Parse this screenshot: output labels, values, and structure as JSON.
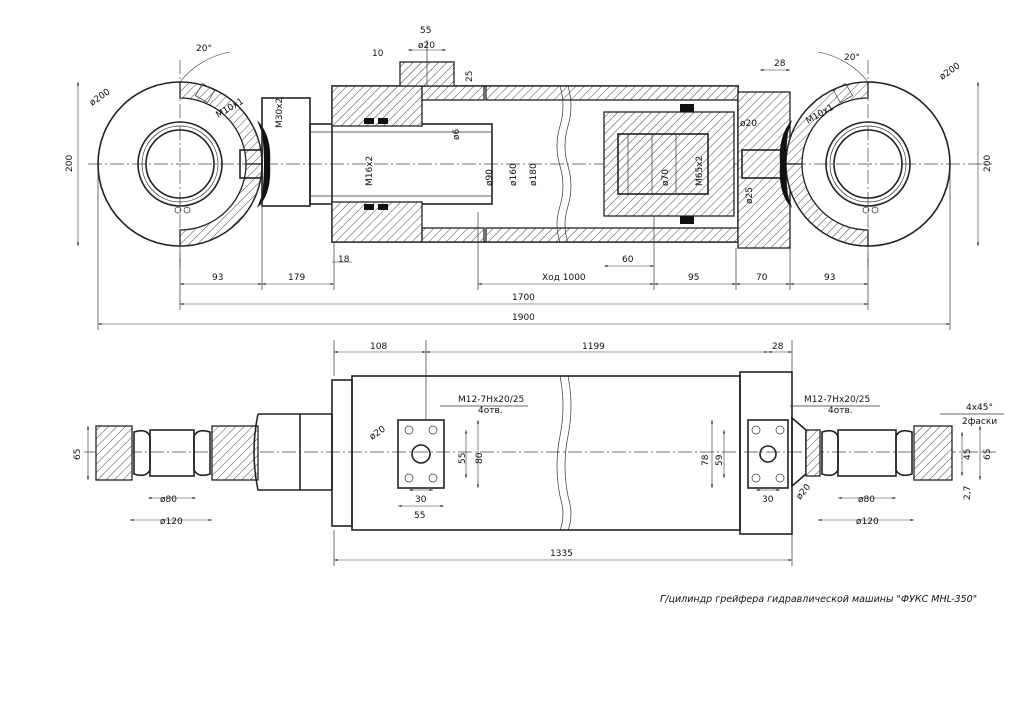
{
  "title": "Г/цилиндр грейфера гидравлической машины \"ФУКС MHL-350\"",
  "top_view": {
    "dims": {
      "angle_left": "20°",
      "angle_right": "20°",
      "d200_left": "ø200",
      "d200_right": "ø200",
      "m10_left": "M10x1",
      "m10_right": "M10x1",
      "m30": "M30x2",
      "h200_left": "200",
      "h200_right": "200",
      "d10": "10",
      "d55": "55",
      "d20_top": "ø20",
      "d25": "25",
      "d6": "ø6",
      "m16": "M16x2",
      "d90": "ø90",
      "d160": "ø160",
      "d180": "ø180",
      "d70": "ø70",
      "m65": "M65x2",
      "d20_right": "ø20",
      "d25_right": "ø25",
      "d28": "28",
      "d18": "18",
      "d93_left": "93",
      "d179": "179",
      "stroke": "Ход  1000",
      "d60": "60",
      "d95": "95",
      "d70b": "70",
      "d93_right": "93",
      "total1700": "1700",
      "total1900": "1900"
    }
  },
  "bottom_view": {
    "dims": {
      "d108": "108",
      "d1199": "1199",
      "d28": "28",
      "port_left": "M12-7Hx20/25",
      "holes_left": "4отв.",
      "port_right": "M12-7Hx20/25",
      "holes_right": "4отв.",
      "chamfer": "4x45°",
      "chamfer2": "2фаски",
      "d20_left": "ø20",
      "d20_right": "ø20",
      "d55_l": "55",
      "d80_l": "80",
      "d30_l": "30",
      "d55b_l": "55",
      "d78_r": "78",
      "d59_r": "59",
      "d30_r": "30",
      "d65_left": "65",
      "d65_right": "65",
      "d45": "45",
      "d27": "2,7",
      "d80_left": "ø80",
      "d120_left": "ø120",
      "d80_right": "ø80",
      "d120_right": "ø120",
      "d1335": "1335"
    }
  }
}
